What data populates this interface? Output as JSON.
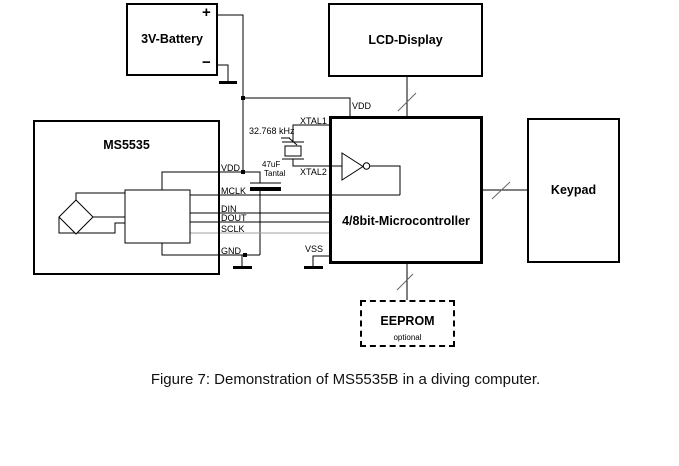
{
  "figure": {
    "caption": "Figure 7: Demonstration of MS5535B in a diving computer."
  },
  "blocks": {
    "battery": {
      "label": "3V-Battery",
      "plus": "+",
      "minus": "−"
    },
    "lcd": {
      "label": "LCD-Display"
    },
    "ms5535": {
      "label": "MS5535"
    },
    "micro": {
      "label": "4/8bit-Microcontroller"
    },
    "keypad": {
      "label": "Keypad"
    },
    "eeprom": {
      "label": "EEPROM",
      "note": "optional"
    }
  },
  "pins": {
    "vdd": "VDD",
    "mclk": "MCLK",
    "din": "DIN",
    "dout": "DOUT",
    "sclk": "SCLK",
    "gnd": "GND"
  },
  "labels": {
    "vdd_rail": "VDD",
    "vss": "VSS",
    "xtal1": "XTAL1",
    "xtal2": "XTAL2",
    "crystal_freq": "32.768 kHz",
    "cap_value": "47uF",
    "cap_type": "Tantal"
  },
  "colors": {
    "wire": "#000000",
    "sclk_wire": "#a0a0a0",
    "bus_slash": "#666666",
    "background": "#ffffff"
  }
}
